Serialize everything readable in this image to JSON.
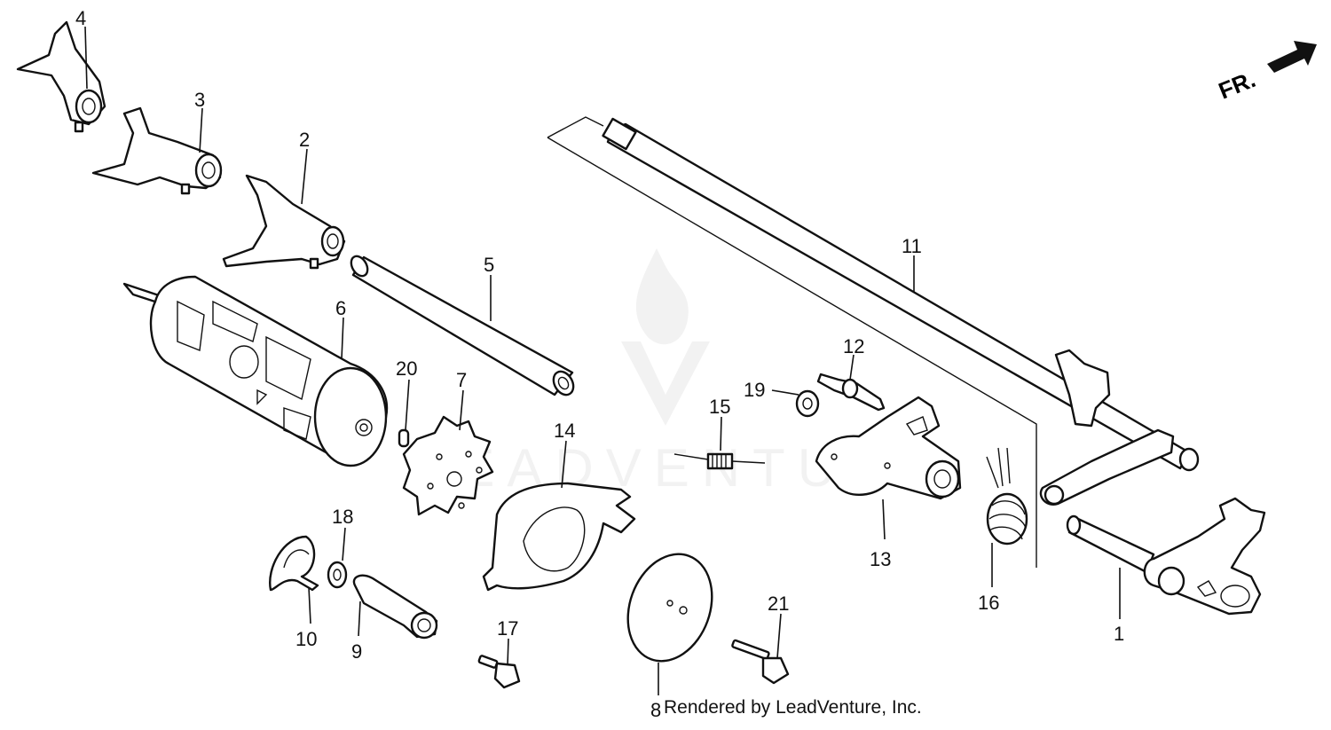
{
  "diagram": {
    "footer_text": "Rendered by LeadVenture, Inc.",
    "front_label": "FR.",
    "watermark_text": "LEADVENTURE",
    "callouts": [
      "1",
      "2",
      "3",
      "4",
      "5",
      "6",
      "7",
      "8",
      "9",
      "10",
      "11",
      "12",
      "13",
      "14",
      "15",
      "16",
      "17",
      "18",
      "19",
      "20",
      "21"
    ],
    "colors": {
      "line": "#111111",
      "background": "#ffffff",
      "watermark": "#e6e6e6"
    }
  }
}
